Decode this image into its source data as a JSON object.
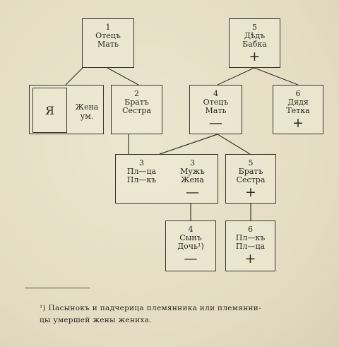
{
  "boxes": {
    "father_mother": {
      "num": "1",
      "l1": "Отецъ",
      "l2": "Мать",
      "sym": ""
    },
    "grandfather_grandmother": {
      "num": "5",
      "l1": "Дѣдъ",
      "l2": "Бабка",
      "sym": "+"
    },
    "self_wife": {
      "ya": "Я",
      "l1": "Жена",
      "l2": "ум."
    },
    "brother_sister": {
      "num": "2",
      "l1": "Братъ",
      "l2": "Сестра",
      "sym": ""
    },
    "wife_father_mother": {
      "num": "4",
      "l1": "Отецъ",
      "l2": "Мать",
      "sym": "—"
    },
    "uncle_aunt": {
      "num": "6",
      "l1": "Дядя",
      "l2": "Тетка",
      "sym": "+"
    },
    "stepdaughter_stepson": {
      "num": "3",
      "l1": "Пл—ца",
      "l2": "Пл—къ",
      "sym": ""
    },
    "husband_wife": {
      "num": "3",
      "l1": "Мужъ",
      "l2": "Жена",
      "sym": "—"
    },
    "wife_brother_sister": {
      "num": "5",
      "l1": "Братъ",
      "l2": "Сестра",
      "sym": "+"
    },
    "son_daughter": {
      "num": "4",
      "l1": "Сынъ",
      "l2": "Дочь¹)",
      "sym": "—"
    },
    "nephew_niece": {
      "num": "6",
      "l1": "Пл—къ",
      "l2": "Пл—ца",
      "sym": "+"
    }
  },
  "footnote": {
    "line1": "¹) Пасынокъ и падчерица племянника или племянни-",
    "line2": "цы умершей жены жениха."
  }
}
